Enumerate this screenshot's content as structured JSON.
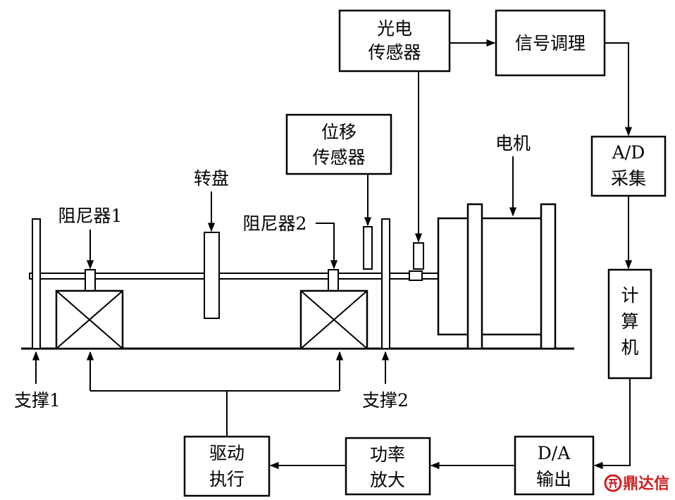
{
  "blocks": {
    "photo_sensor": [
      "光电",
      "传感器"
    ],
    "signal_cond": [
      "信号调理"
    ],
    "ad": [
      "A/D",
      "采集"
    ],
    "computer": [
      "计",
      "算",
      "机"
    ],
    "da": [
      "D/A",
      "输出"
    ],
    "power_amp": [
      "功率",
      "放大"
    ],
    "drive": [
      "驱动",
      "执行"
    ],
    "disp_sensor": [
      "位移",
      "传感器"
    ]
  },
  "labels": {
    "motor": "电机",
    "disc": "转盘",
    "damper1": "阻尼器1",
    "damper2": "阻尼器2",
    "support1": "支撑1",
    "support2": "支撑2"
  },
  "watermark": {
    "text": "鼎达信",
    "color": "#d11f1f"
  }
}
